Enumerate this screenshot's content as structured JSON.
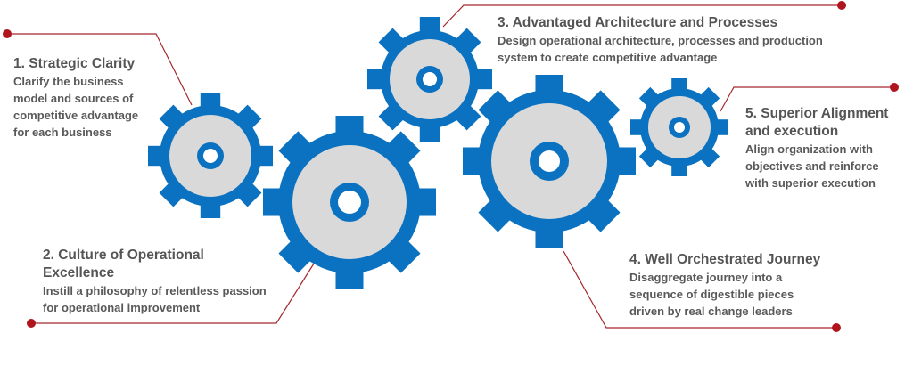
{
  "colors": {
    "gear": "#0a72c0",
    "gear_face": "#d9d9d9",
    "line": "#a5282d",
    "dot": "#b0141c",
    "text": "#595959"
  },
  "items": [
    {
      "title": "1. Strategic Clarity",
      "body": [
        "Clarify the business",
        "model and sources of",
        "competitive advantage",
        "for each business"
      ]
    },
    {
      "title": [
        "2. Culture of Operational",
        "Excellence"
      ],
      "body": [
        "Instill a philosophy of relentless passion",
        "for operational improvement"
      ]
    },
    {
      "title": "3. Advantaged Architecture and Processes",
      "body": [
        "Design operational architecture, processes and production",
        "system to create competitive advantage"
      ]
    },
    {
      "title": "4. Well Orchestrated Journey",
      "body": [
        "Disaggregate journey into a",
        "sequence of digestible pieces",
        "driven by real change leaders"
      ]
    },
    {
      "title": [
        "5. Superior Alignment",
        "and execution"
      ],
      "body": [
        "Align organization with",
        "objectives and reinforce",
        "with superior execution"
      ]
    }
  ]
}
